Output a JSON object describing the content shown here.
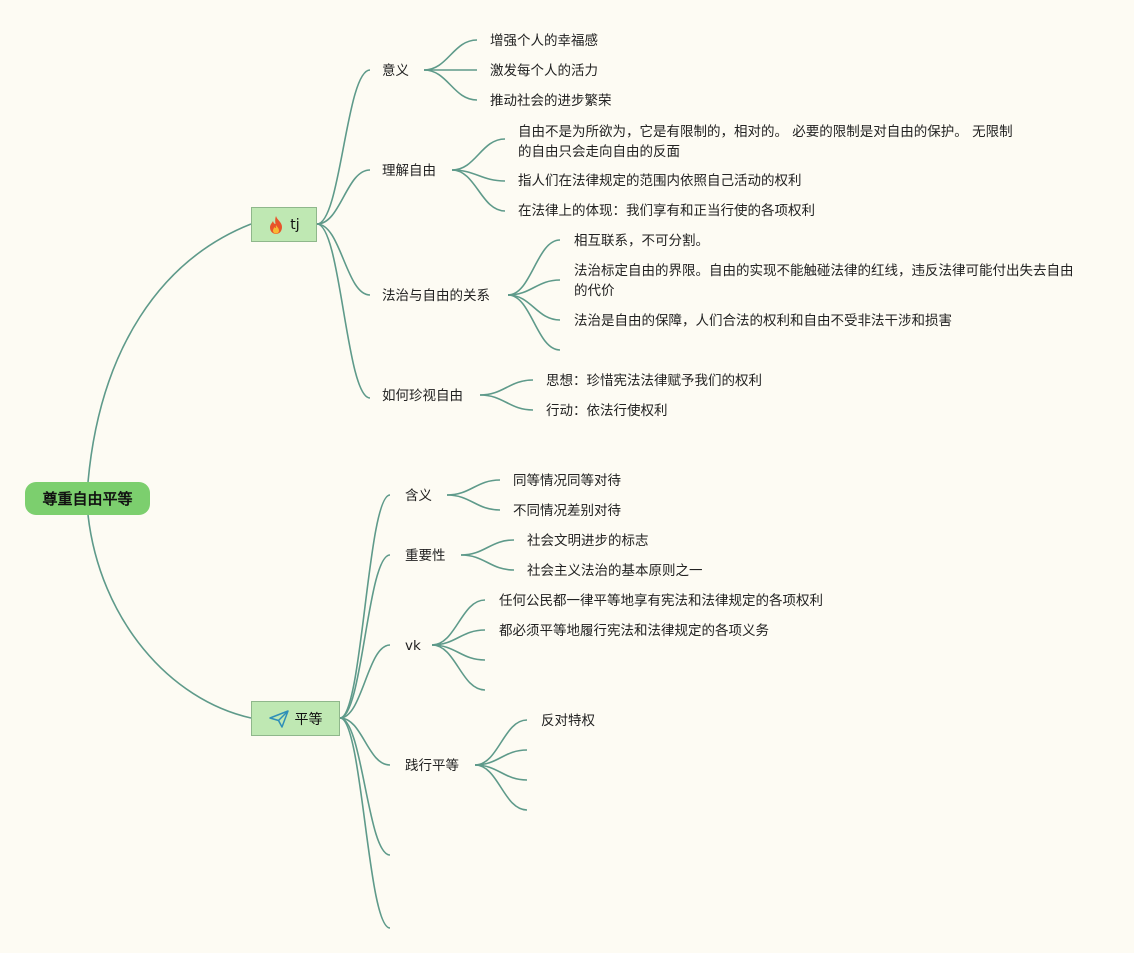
{
  "root": {
    "label": "尊重自由平等"
  },
  "branch1": {
    "label": "tj",
    "icon": "fire-icon",
    "topics": [
      {
        "label": "意义",
        "children": [
          "增强个人的幸福感",
          "激发每个人的活力",
          "推动社会的进步繁荣"
        ]
      },
      {
        "label": "理解自由",
        "children": [
          "自由不是为所欲为，它是有限制的，相对的。 必要的限制是对自由的保护。 无限制的自由只会走向自由的反面",
          "指人们在法律规定的范围内依照自己活动的权利",
          "在法律上的体现：我们享有和正当行使的各项权利"
        ]
      },
      {
        "label": "法治与自由的关系",
        "children": [
          "相互联系，不可分割。",
          "法治标定自由的界限。自由的实现不能触碰法律的红线，违反法律可能付出失去自由的代价",
          "法治是自由的保障，人们合法的权利和自由不受非法干涉和损害",
          ""
        ]
      },
      {
        "label": "如何珍视自由",
        "children": [
          "思想：珍惜宪法法律赋予我们的权利",
          "行动：依法行使权利"
        ]
      }
    ]
  },
  "branch2": {
    "label": "平等",
    "icon": "paper-plane-icon",
    "topics": [
      {
        "label": "含义",
        "children": [
          "同等情况同等对待",
          "不同情况差别对待"
        ]
      },
      {
        "label": "重要性",
        "children": [
          "社会文明进步的标志",
          "社会主义法治的基本原则之一"
        ]
      },
      {
        "label": "vk",
        "children": [
          "任何公民都一律平等地享有宪法和法律规定的各项权利",
          "都必须平等地履行宪法和法律规定的各项义务",
          "",
          ""
        ]
      },
      {
        "label": "践行平等",
        "children": [
          "反对特权",
          "",
          "",
          ""
        ]
      },
      {
        "label": "",
        "children": []
      },
      {
        "label": "",
        "children": []
      }
    ]
  },
  "colors": {
    "link": "#5e9a8a",
    "root": "#7ccf6e",
    "branch": "#bfe8b3",
    "background": "#fdfbf3"
  }
}
